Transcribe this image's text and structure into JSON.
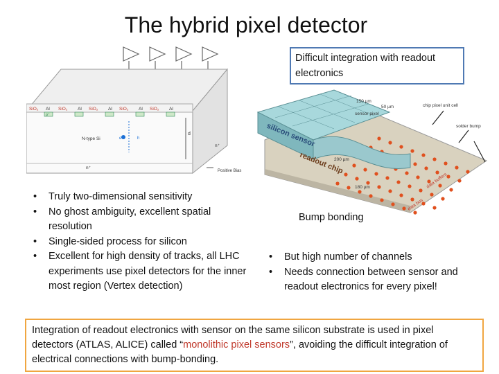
{
  "title": "The hybrid pixel detector",
  "integration_note": "Difficult integration with readout electronics",
  "features": [
    "Truly two-dimensional sensitivity",
    "No ghost ambiguity, excellent spatial resolution",
    "Single-sided process for silicon",
    "Excellent for high density of tracks, all LHC experiments use pixel detectors for the inner most region (Vertex detection)"
  ],
  "bump_bonding_label": "Bump bonding",
  "drawbacks": [
    "But high number of channels",
    "Needs connection between sensor and readout electronics for every pixel!"
  ],
  "summary": {
    "before": "Integration of readout electronics with sensor on the same silicon substrate is used in pixel detectors (ATLAS, ALICE) called “",
    "highlight": "monolithic pixel sensors",
    "after": "”, avoiding the difficult integration of electrical connections with bump-bonding."
  },
  "sensor_diagram": {
    "oxide_label": "SiO₂",
    "metal_label": "Al",
    "implant_label": "p⁺",
    "bulk_label": "N-type Si",
    "carrier_minus": "e",
    "carrier_plus": "h",
    "thickness_label": "d",
    "n_plus_label": "n⁺",
    "n_back_label": "n⁺",
    "bias_label": "Positive Bias",
    "colors": {
      "oxide": "#c0392b",
      "implant": "#2e8b57",
      "carrier": "#1a6fd6"
    }
  },
  "chip_diagram": {
    "silicon_label": "silicon sensor",
    "readout_label": "readout chip",
    "sensor_pixel_label": "sensor pixel",
    "chip_cell_label": "chip pixel unit cell",
    "solder_label": "solder bump",
    "dim_150": "150 µm",
    "dim_50": "50 µm",
    "dim_200": "200 µm",
    "dim_180": "180 µm",
    "buffer_label": "data buffers",
    "bus_label": "data bus",
    "colors": {
      "cells": "#a8d8dc",
      "bumps": "#e0501e",
      "chip": "#d9d2bf"
    }
  }
}
